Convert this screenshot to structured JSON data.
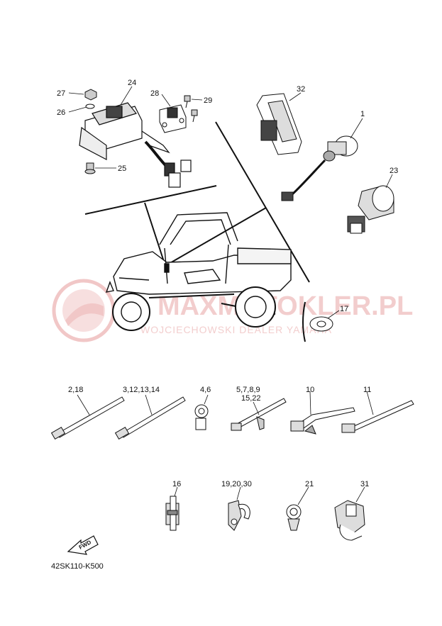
{
  "watermark": {
    "text": "MAXMOTOKLER.PL",
    "subtext": "WOJCIECHOWSKI DEALER YAMAHA",
    "color": "#e9a6a6"
  },
  "labels": {
    "p27": "27",
    "p24": "24",
    "p26": "26",
    "p25": "25",
    "p28": "28",
    "p29": "29",
    "p32": "32",
    "p1": "1",
    "p23": "23",
    "p17": "17",
    "t1": "2,18",
    "t2": "3,12,13,14",
    "t3": "4,6",
    "t4a": "5,7,8,9",
    "t4b": "15,22",
    "t5": "10",
    "t6": "11",
    "c1": "16",
    "c2": "19,20,30",
    "c3": "21",
    "c4": "31"
  },
  "fwd_label": "FWD",
  "diagram_code": "42SK110-K500",
  "icons": [
    "fwd-arrow-icon",
    "yamaha-logo-icon"
  ]
}
